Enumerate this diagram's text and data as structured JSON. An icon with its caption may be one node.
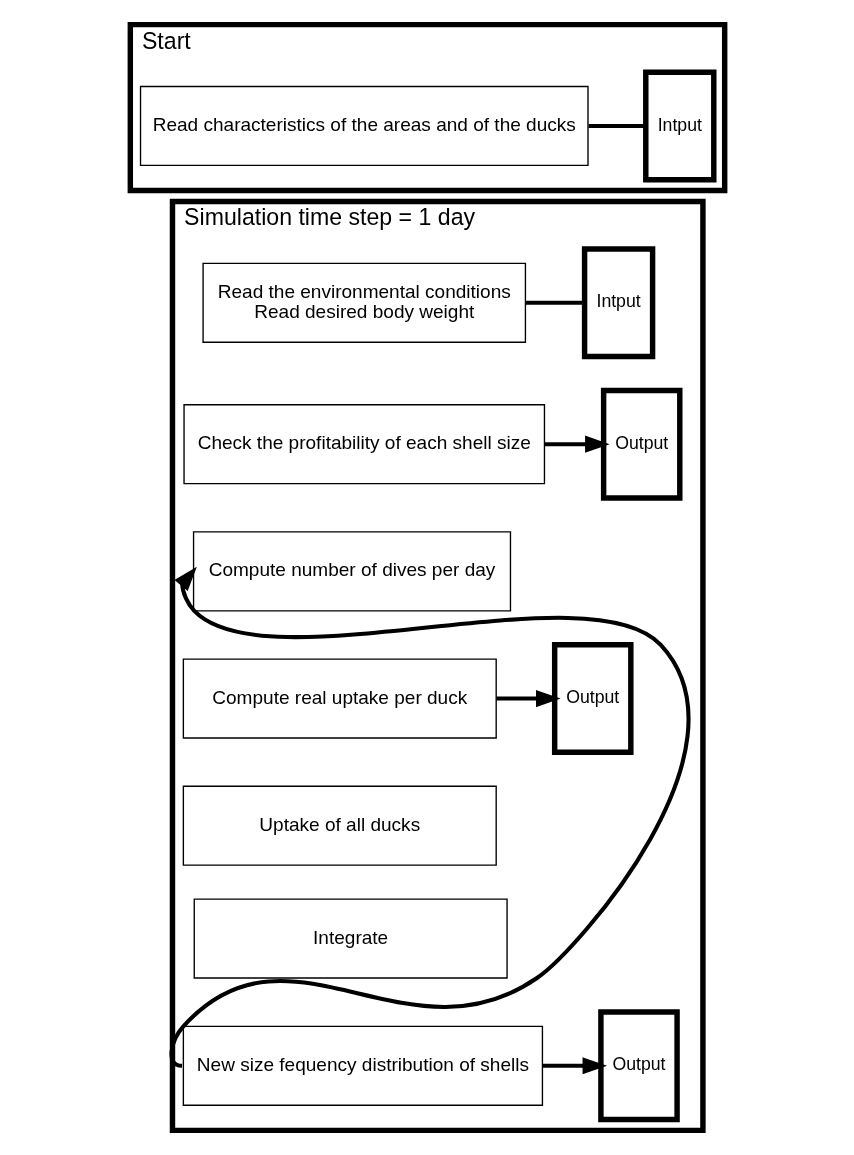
{
  "diagram": {
    "nodes": [
      {
        "text": [
          "Start"
        ]
      },
      {
        "text": [
          "Read characteristics of the areas and of the ducks"
        ],
        "in": 0
      },
      {
        "text": [
          "Intput"
        ],
        "in": 0
      },
      {
        "text": [
          "Simulation time step = 1 day"
        ]
      },
      {
        "text": [
          "Read the environmental conditions",
          "Read desired body weight"
        ],
        "in": 3
      },
      {
        "text": [
          "Intput"
        ],
        "in": 3
      },
      {
        "text": [
          "Check the profitability of each shell size"
        ],
        "in": 3
      },
      {
        "text": [
          "Output"
        ],
        "in": 3
      },
      {
        "text": [
          "Compute number of dives per day"
        ],
        "in": 3
      },
      {
        "text": [
          "Compute real uptake per duck"
        ],
        "in": 3
      },
      {
        "text": [
          "Output"
        ],
        "in": 3
      },
      {
        "text": [
          "Uptake of all ducks"
        ],
        "in": 3
      },
      {
        "text": [
          "Integrate"
        ],
        "in": 3
      },
      {
        "text": [
          "New size fequency distribution of shells"
        ],
        "in": 3
      },
      {
        "text": [
          "Output"
        ],
        "in": 3
      }
    ],
    "edges": [
      {
        "from": 1,
        "to": 2,
        "arrow": "none"
      },
      {
        "from": 4,
        "to": 5,
        "arrow": "none"
      },
      {
        "from": 6,
        "to": 7,
        "arrow": "to"
      },
      {
        "from": 9,
        "to": 10,
        "arrow": "to"
      },
      {
        "from": 13,
        "to": 14,
        "arrow": "to"
      },
      {
        "from": 13,
        "to": 8,
        "arrow": "to"
      }
    ]
  }
}
